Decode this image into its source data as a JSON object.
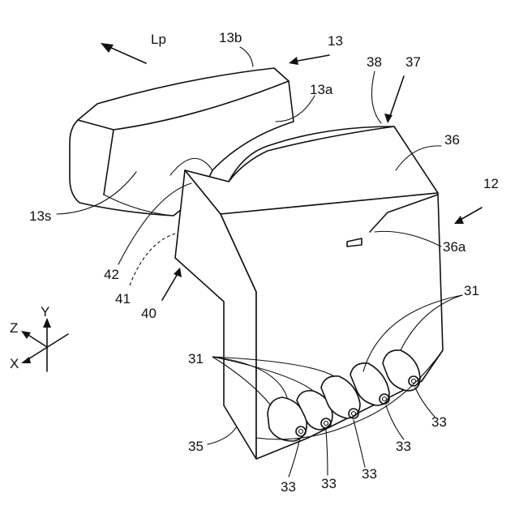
{
  "figure": {
    "labels": {
      "lp": "Lp",
      "l13b": "13b",
      "l13": "13",
      "l38": "38",
      "l37": "37",
      "l13a": "13a",
      "l36": "36",
      "l12": "12",
      "l13s": "13s",
      "l36a": "36a",
      "l42": "42",
      "l41": "41",
      "l40": "40",
      "ly": "Y",
      "lz": "Z",
      "lx": "X",
      "l31_left": "31",
      "l31_right": "31",
      "l35": "35",
      "l33_a": "33",
      "l33_b": "33",
      "l33_c": "33",
      "l33_d": "33",
      "l33_e": "33"
    }
  }
}
